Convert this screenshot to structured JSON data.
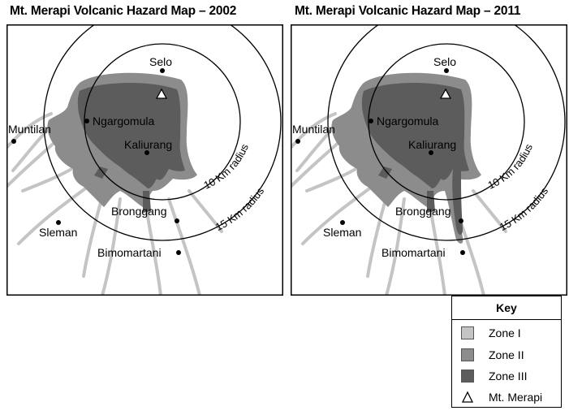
{
  "titles": {
    "left": "Mt. Merapi Volcanic Hazard Map – 2002",
    "right": "Mt. Merapi Volcanic Hazard Map – 2011"
  },
  "places": {
    "selo": "Selo",
    "ngargomula": "Ngargomula",
    "muntilan": "Muntilan",
    "kaliurang": "Kaliurang",
    "bronggang": "Bronggang",
    "sleman": "Sleman",
    "bimomartani": "Bimomartani"
  },
  "radii": {
    "ten": "10 Km radius",
    "fifteen": "15 Km radius"
  },
  "key": {
    "title": "Key",
    "items": [
      {
        "label": "Zone I",
        "color": "#c4c4c4"
      },
      {
        "label": "Zone II",
        "color": "#8c8c8c"
      },
      {
        "label": "Zone III",
        "color": "#5c5c5c"
      },
      {
        "label": "Mt. Merapi",
        "icon": "triangle-icon"
      }
    ]
  },
  "colors": {
    "zone1": "#c4c4c4",
    "zone2": "#8c8c8c",
    "zone3": "#5c5c5c"
  }
}
